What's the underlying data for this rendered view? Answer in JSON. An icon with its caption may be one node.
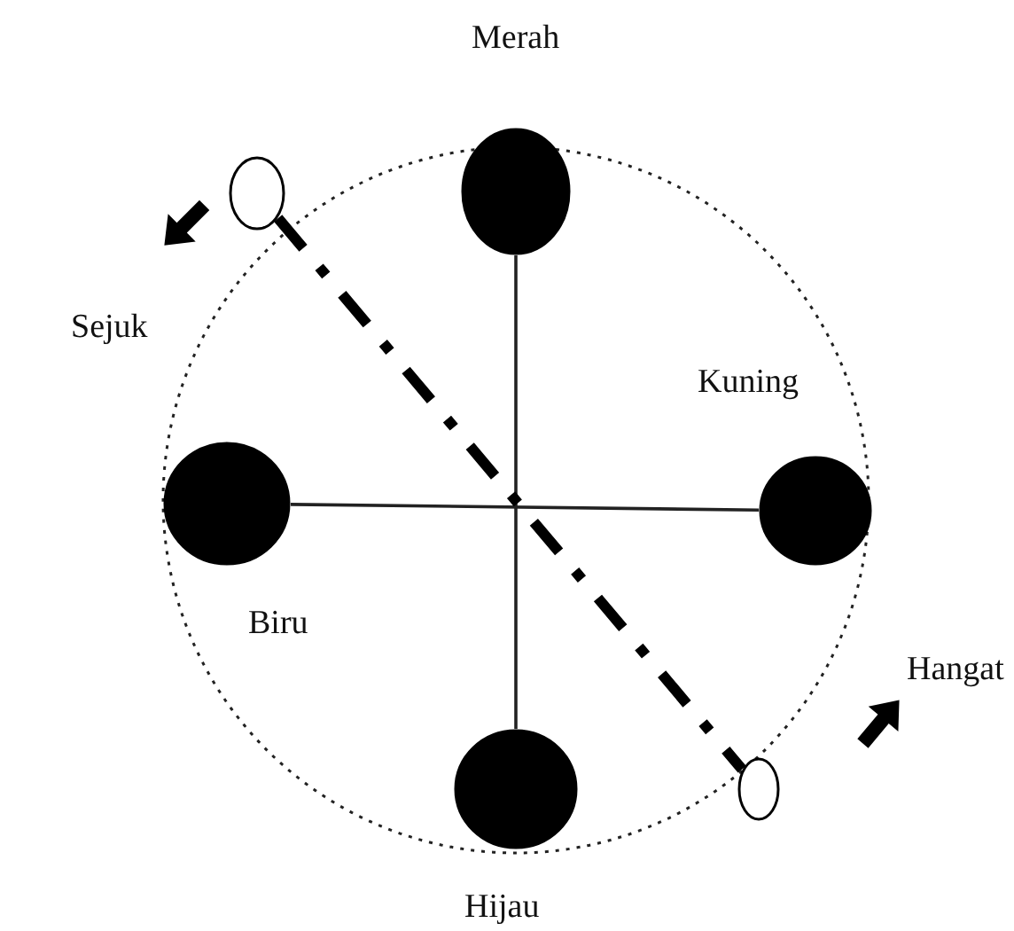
{
  "diagram": {
    "nodes": [
      {
        "text": [],
        "shape": "circle",
        "beside": [
          "Merah"
        ]
      },
      {
        "text": [],
        "shape": "circle",
        "beside": [
          "Biru"
        ]
      },
      {
        "text": [],
        "shape": "circle",
        "beside": [
          "Kuning"
        ]
      },
      {
        "text": [],
        "shape": "circle",
        "beside": [
          "Hijau"
        ]
      },
      {
        "text": [],
        "shape": "circle"
      },
      {
        "text": [],
        "shape": "circle"
      }
    ],
    "edges": [
      {
        "from": 0,
        "to": 3,
        "arrow": "none"
      },
      {
        "from": 1,
        "to": 2,
        "arrow": "none"
      },
      {
        "from": 4,
        "to": 5,
        "arrow": "none",
        "style": "dashed",
        "color": "#000000"
      }
    ],
    "labels": [
      "Sejuk",
      "Hangat"
    ]
  }
}
